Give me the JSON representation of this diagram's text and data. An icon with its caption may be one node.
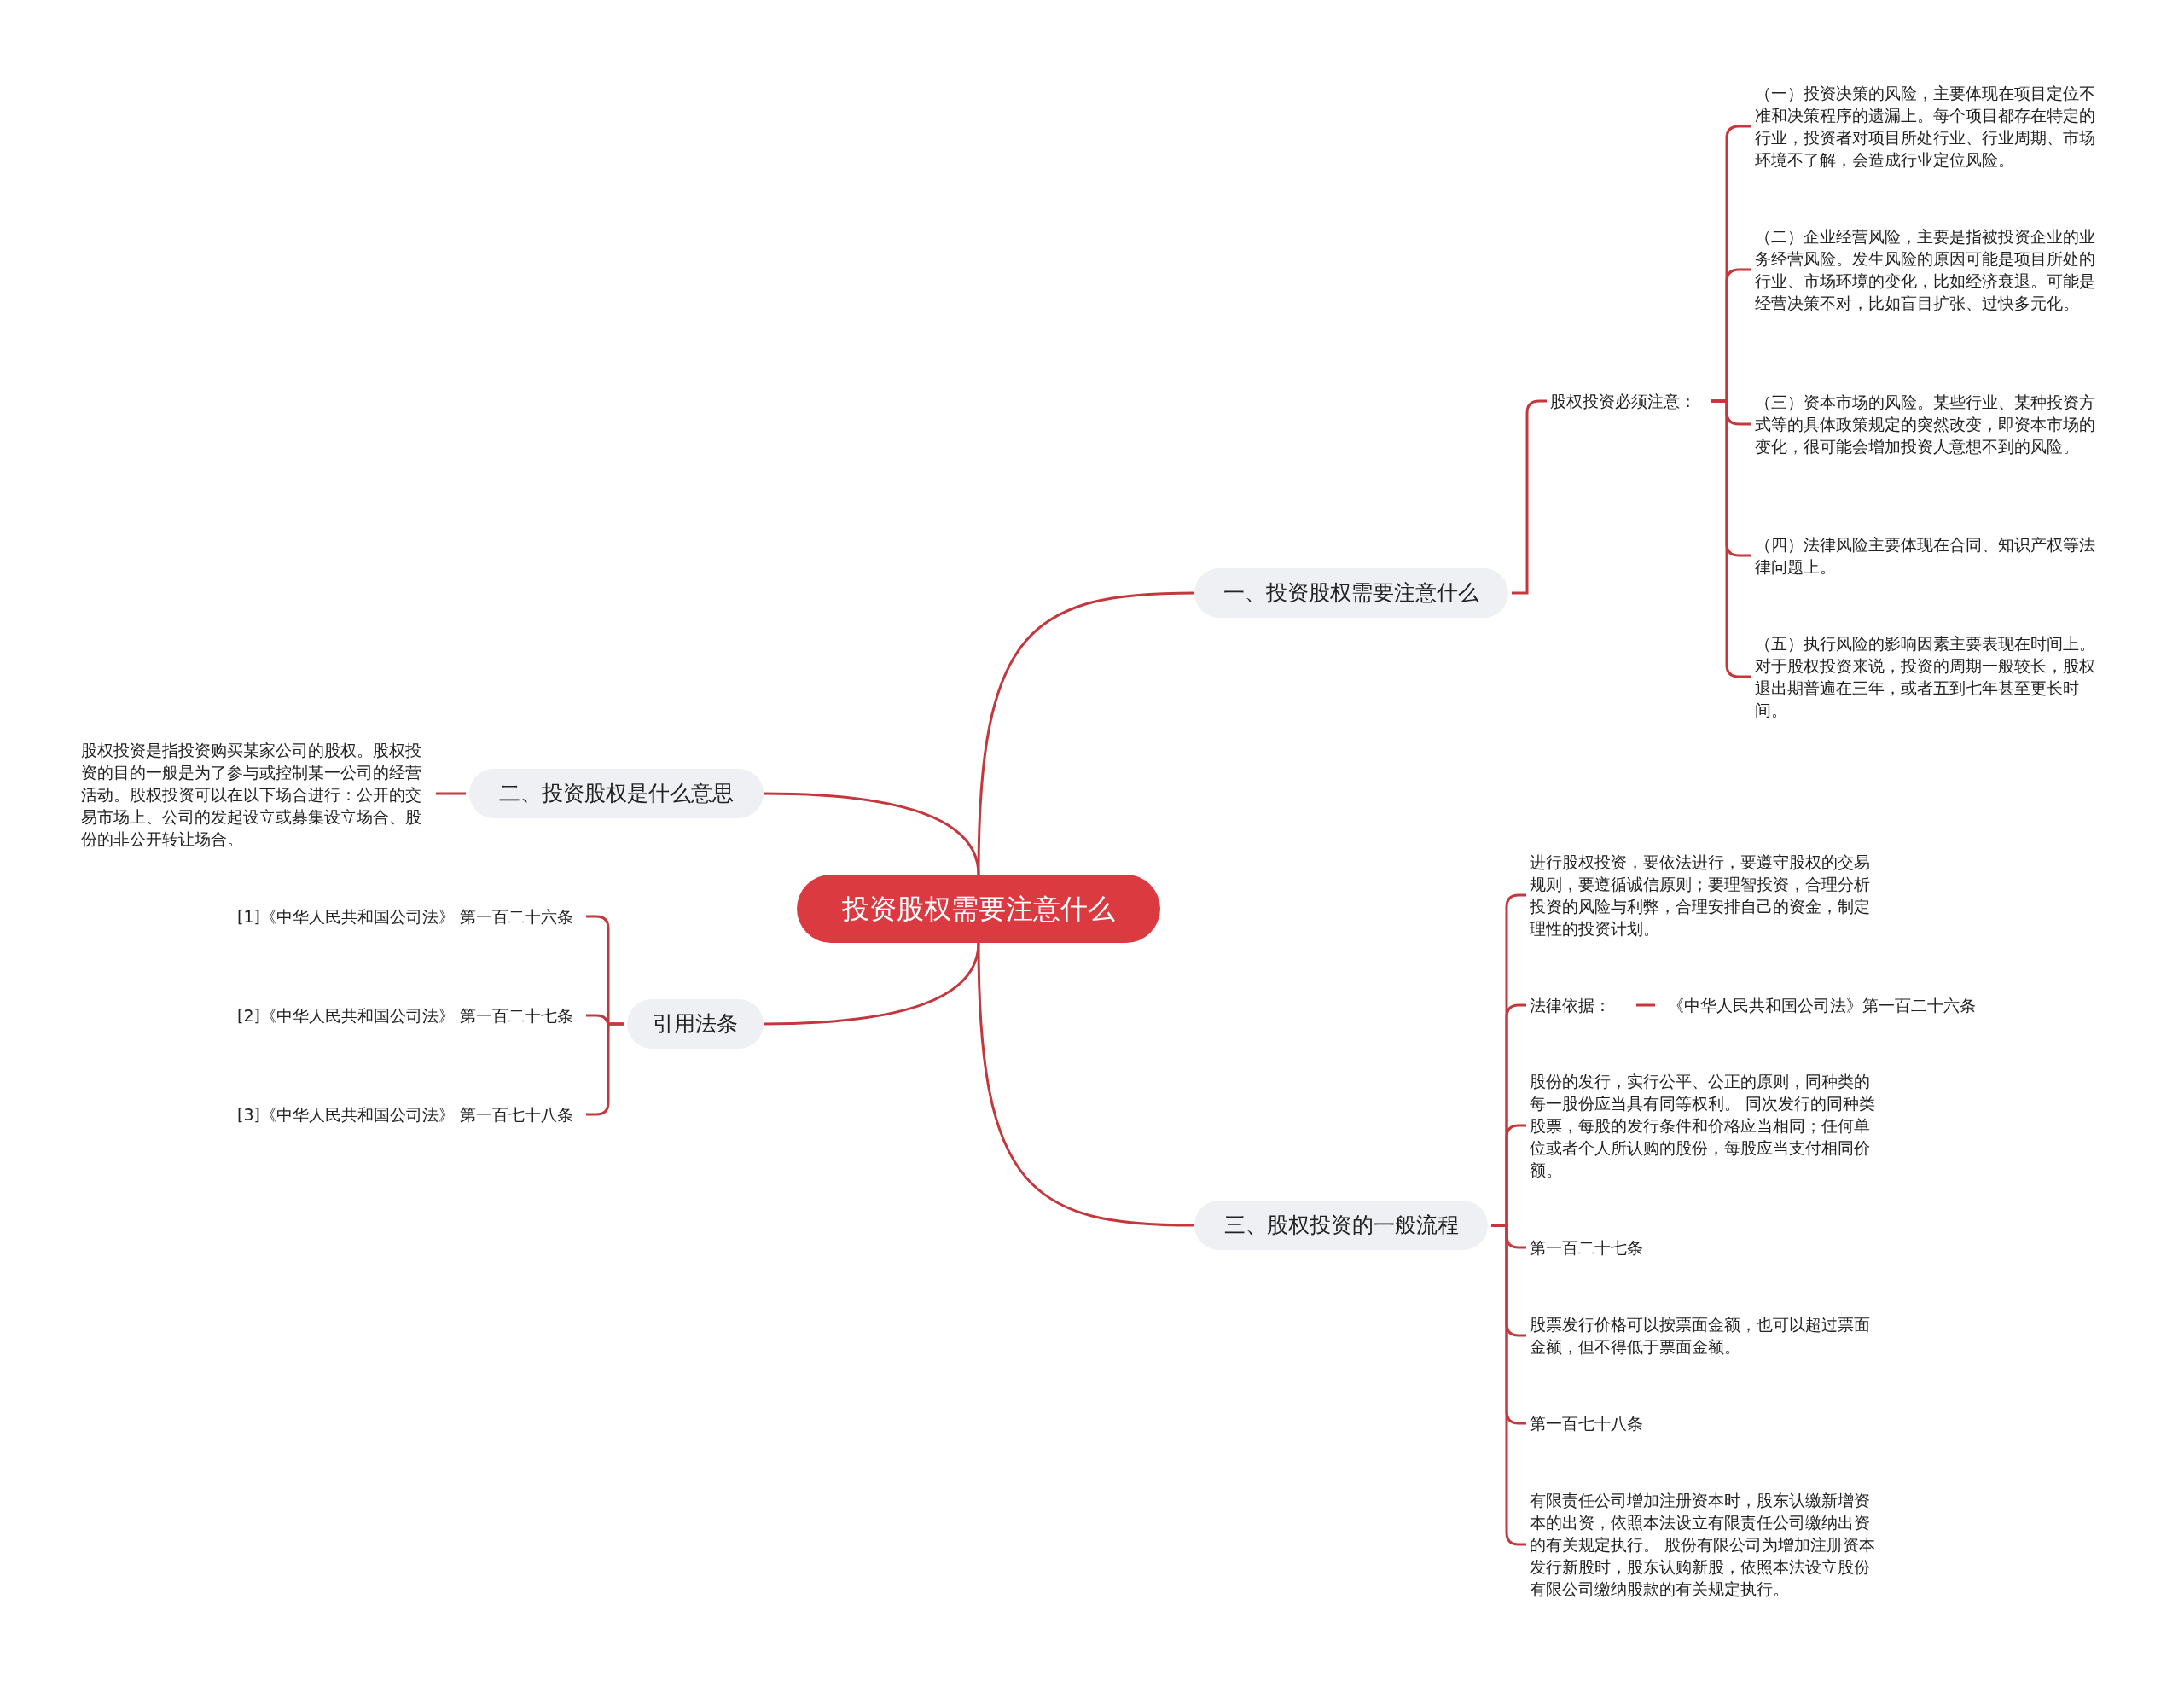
{
  "diagram": {
    "nodes": [
      {
        "text": [
          "投资股权需要注意什么"
        ]
      },
      {
        "text": [
          "一、投资股权需要注意什么"
        ]
      },
      {
        "text": [
          "股权投资必须注意："
        ]
      },
      {
        "text": [
          "（一）投资决策的风险，主要体现在项目定位不准和决策程序的遗漏上。每个项目都存在特定的行业，投资者对项目所处行业、行业周期、市场环境不了解，会造成行业定位风险。"
        ]
      },
      {
        "text": [
          "（二）企业经营风险，主要是指被投资企业的业务经营风险。发生风险的原因可能是项目所处的行业、市场环境的变化，比如经济衰退。可能是经营决策不对，比如盲目扩张、过快多元化。"
        ]
      },
      {
        "text": [
          "（三）资本市场的风险。某些行业、某种投资方式等的具体政策规定的突然改变，即资本市场的变化，很可能会增加投资人意想不到的风险。"
        ]
      },
      {
        "text": [
          "（四）法律风险主要体现在合同、知识产权等法律问题上。"
        ]
      },
      {
        "text": [
          "（五）执行风险的影响因素主要表现在时间上。对于股权投资来说，投资的周期一般较长，股权退出期普遍在三年，或者五到七年甚至更长时间。"
        ]
      },
      {
        "text": [
          "二、投资股权是什么意思"
        ]
      },
      {
        "text": [
          "股权投资是指投资购买某家公司的股权。股权投资的目的一般是为了参与或控制某一公司的经营活动。股权投资可以在以下场合进行：公开的交易市场上、公司的发起设立或募集设立场合、股份的非公开转让场合。"
        ]
      },
      {
        "text": [
          "引用法条"
        ]
      },
      {
        "text": [
          "[1]《中华人民共和国公司法》 第一百二十六条"
        ]
      },
      {
        "text": [
          "[2]《中华人民共和国公司法》 第一百二十七条"
        ]
      },
      {
        "text": [
          "[3]《中华人民共和国公司法》 第一百七十八条"
        ]
      },
      {
        "text": [
          "三、股权投资的一般流程"
        ]
      },
      {
        "text": [
          "进行股权投资，要依法进行，要遵守股权的交易规则，要遵循诚信原则；要理智投资，合理分析投资的风险与利弊，合理安排自己的资金，制定理性的投资计划。"
        ]
      },
      {
        "text": [
          "法律依据："
        ]
      },
      {
        "text": [
          "《中华人民共和国公司法》第一百二十六条"
        ]
      },
      {
        "text": [
          "股份的发行，实行公平、公正的原则，同种类的每一股份应当具有同等权利。 同次发行的同种类股票，每股的发行条件和价格应当相同；任何单位或者个人所认购的股份，每股应当支付相同价额。"
        ]
      },
      {
        "text": [
          "第一百二十七条"
        ]
      },
      {
        "text": [
          "股票发行价格可以按票面金额，也可以超过票面金额，但不得低于票面金额。"
        ]
      },
      {
        "text": [
          "第一百七十八条"
        ]
      },
      {
        "text": [
          "有限责任公司增加注册资本时，股东认缴新增资本的出资，依照本法设立有限责任公司缴纳出资的有关规定执行。 股份有限公司为增加注册资本发行新股时，股东认购新股，依照本法设立股份有限公司缴纳股款的有关规定执行。"
        ]
      }
    ],
    "edges": [
      {
        "from": 0,
        "to": 1,
        "arrow": "none"
      },
      {
        "from": 1,
        "to": 2,
        "arrow": "none"
      },
      {
        "from": 2,
        "to": 3,
        "arrow": "none"
      },
      {
        "from": 2,
        "to": 4,
        "arrow": "none"
      },
      {
        "from": 2,
        "to": 5,
        "arrow": "none"
      },
      {
        "from": 2,
        "to": 6,
        "arrow": "none"
      },
      {
        "from": 2,
        "to": 7,
        "arrow": "none"
      },
      {
        "from": 0,
        "to": 8,
        "arrow": "none"
      },
      {
        "from": 8,
        "to": 9,
        "arrow": "none"
      },
      {
        "from": 0,
        "to": 10,
        "arrow": "none"
      },
      {
        "from": 10,
        "to": 11,
        "arrow": "none"
      },
      {
        "from": 10,
        "to": 12,
        "arrow": "none"
      },
      {
        "from": 10,
        "to": 13,
        "arrow": "none"
      },
      {
        "from": 0,
        "to": 14,
        "arrow": "none"
      },
      {
        "from": 14,
        "to": 15,
        "arrow": "none"
      },
      {
        "from": 14,
        "to": 16,
        "arrow": "none"
      },
      {
        "from": 16,
        "to": 17,
        "arrow": "none"
      },
      {
        "from": 14,
        "to": 18,
        "arrow": "none"
      },
      {
        "from": 14,
        "to": 19,
        "arrow": "none"
      },
      {
        "from": 14,
        "to": 20,
        "arrow": "none"
      },
      {
        "from": 14,
        "to": 21,
        "arrow": "none"
      },
      {
        "from": 14,
        "to": 22,
        "arrow": "none"
      }
    ]
  }
}
